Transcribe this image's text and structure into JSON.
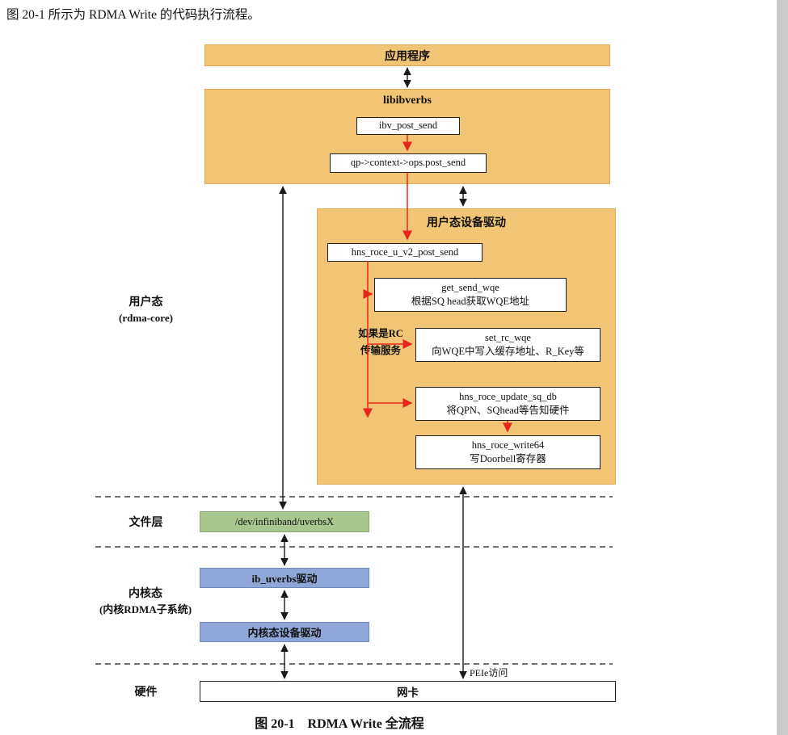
{
  "intro": "图 20-1 所示为 RDMA Write 的代码执行流程。",
  "caption": "图 20-1　RDMA Write 全流程",
  "colors": {
    "box_orange": "#f1c476",
    "box_green": "#a8c68e",
    "box_blue": "#8fa7d8",
    "arrow_red": "#e8271c",
    "arrow_black": "#1a1a1a"
  },
  "side_labels": {
    "user": {
      "line1": "用户态",
      "line2": "(rdma-core)"
    },
    "file": {
      "line1": "文件层"
    },
    "kernel": {
      "line1": "内核态",
      "line2": "(内核RDMA子系统)"
    },
    "hw": {
      "line1": "硬件"
    }
  },
  "boxes": {
    "app": "应用程序",
    "libibverbs_title": "libibverbs",
    "ibv_post_send": "ibv_post_send",
    "qp_ops": "qp->context->ops.post_send",
    "user_driver_title": "用户态设备驱动",
    "hns_post_send": "hns_roce_u_v2_post_send",
    "get_send_wqe": {
      "line1": "get_send_wqe",
      "line2": "根据SQ head获取WQE地址"
    },
    "rc_cond": {
      "line1": "如果是RC",
      "line2": "传输服务"
    },
    "set_rc_wqe": {
      "line1": "set_rc_wqe",
      "line2": "向WQE中写入缓存地址、R_Key等"
    },
    "update_sq_db": {
      "line1": "hns_roce_update_sq_db",
      "line2": "将QPN、SQhead等告知硬件"
    },
    "write64": {
      "line1": "hns_roce_write64",
      "line2": "写Doorbell寄存器"
    },
    "dev_file": "/dev/infiniband/uverbsX",
    "ib_uverbs": "ib_uverbs驱动",
    "kernel_driver": "内核态设备驱动",
    "nic": "网卡"
  },
  "labels": {
    "pcie": "PEIe访问"
  }
}
